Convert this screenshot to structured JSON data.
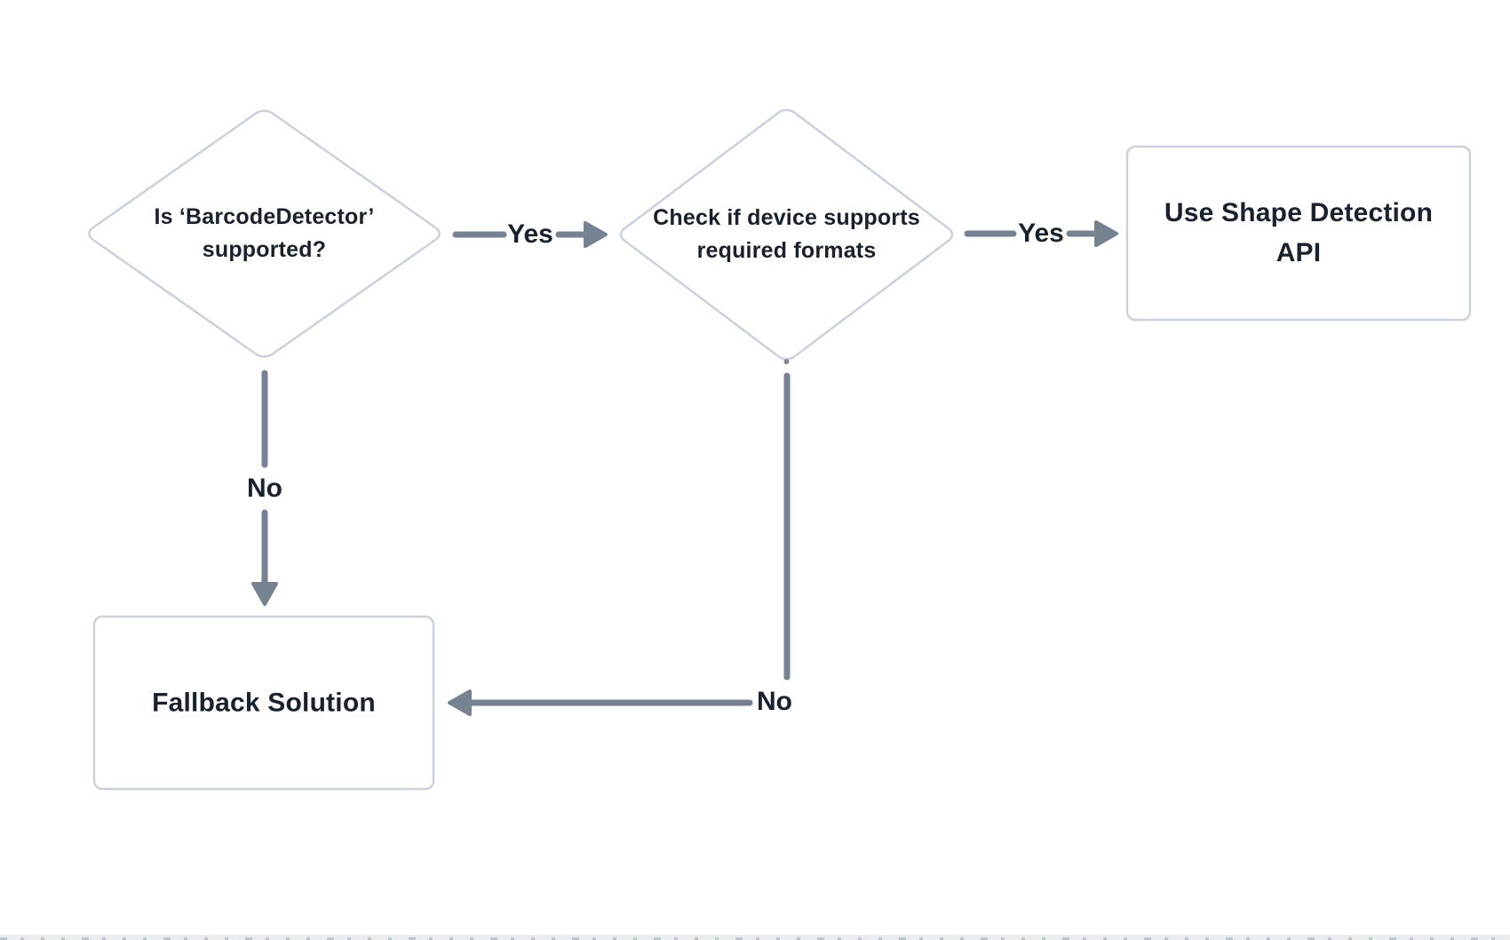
{
  "theme": {
    "background": "#ffffff",
    "node-fill": "#ffffff",
    "node-border": "#c9d2dc",
    "edge": "#76828f",
    "text": "#18222e",
    "strip-bg": "#e9edf0",
    "strip-mark": "#b7c0c8"
  },
  "diagram": {
    "nodes": [
      {
        "id": "check-barcodedetector",
        "type": "decision",
        "lines": [
          "Is ‘BarcodeDetector’",
          "supported?"
        ]
      },
      {
        "id": "check-formats",
        "type": "decision",
        "lines": [
          "Check if device supports",
          "required formats"
        ]
      },
      {
        "id": "use-shape-detection-api",
        "type": "process",
        "lines": [
          "Use Shape Detection",
          "API"
        ]
      },
      {
        "id": "fallback-solution",
        "type": "process",
        "lines": [
          "Fallback Solution"
        ]
      }
    ],
    "edges": [
      {
        "from": "check-barcodedetector",
        "to": "check-formats",
        "label": "Yes"
      },
      {
        "from": "check-formats",
        "to": "use-shape-detection-api",
        "label": "Yes"
      },
      {
        "from": "check-barcodedetector",
        "to": "fallback-solution",
        "label": "No"
      },
      {
        "from": "check-formats",
        "to": "fallback-solution",
        "label": "No"
      }
    ]
  }
}
